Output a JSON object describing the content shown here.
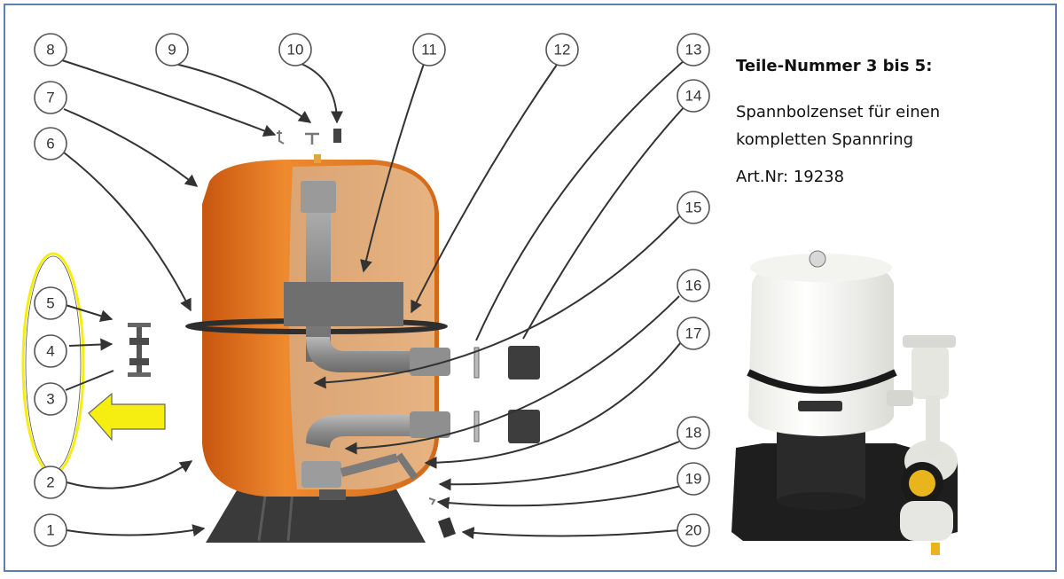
{
  "callouts": [
    {
      "id": "callout-1",
      "label": "1"
    },
    {
      "id": "callout-2",
      "label": "2"
    },
    {
      "id": "callout-3",
      "label": "3"
    },
    {
      "id": "callout-4",
      "label": "4"
    },
    {
      "id": "callout-5",
      "label": "5"
    },
    {
      "id": "callout-6",
      "label": "6"
    },
    {
      "id": "callout-7",
      "label": "7"
    },
    {
      "id": "callout-8",
      "label": "8"
    },
    {
      "id": "callout-9",
      "label": "9"
    },
    {
      "id": "callout-10",
      "label": "10"
    },
    {
      "id": "callout-11",
      "label": "11"
    },
    {
      "id": "callout-12",
      "label": "12"
    },
    {
      "id": "callout-13",
      "label": "13"
    },
    {
      "id": "callout-14",
      "label": "14"
    },
    {
      "id": "callout-15",
      "label": "15"
    },
    {
      "id": "callout-16",
      "label": "16"
    },
    {
      "id": "callout-17",
      "label": "17"
    },
    {
      "id": "callout-18",
      "label": "18"
    },
    {
      "id": "callout-19",
      "label": "19"
    },
    {
      "id": "callout-20",
      "label": "20"
    }
  ],
  "info": {
    "heading": "Teile-Nummer 3 bis 5:",
    "description_line1": "Spannbolzenset für einen",
    "description_line2": "kompletten Spannring",
    "article_number": "Art.Nr: 19238"
  },
  "colors": {
    "frame_border": "#5b7fb3",
    "tank_orange": "#e07a22",
    "pipe_gray": "#8a8a8a",
    "highlight_yellow": "#f5ee10",
    "base_dark": "#2d2d2d"
  }
}
